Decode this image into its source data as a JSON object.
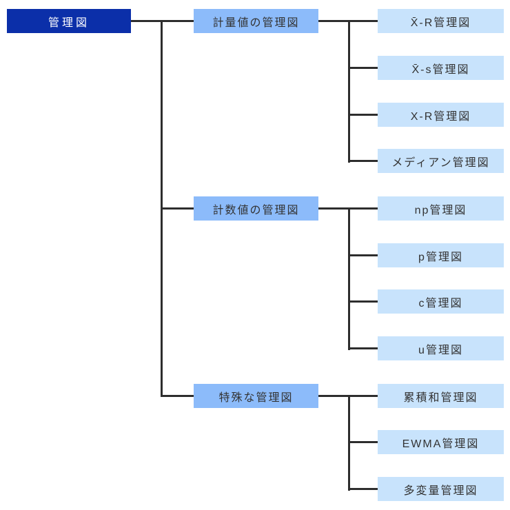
{
  "colors": {
    "background": "#FFFFFF",
    "root_bg": "#0B2FA9",
    "root_text": "#FFFFFF",
    "group_bg": "#8CBBFA",
    "leaf_bg": "#C8E3FC",
    "node_text": "#333333",
    "line": "#2D2D2D"
  },
  "tree": {
    "label": "管理図",
    "children": [
      {
        "label": "計量値の管理図",
        "children": [
          {
            "label": "X̄-R管理図"
          },
          {
            "label": "X̄-s管理図"
          },
          {
            "label": "X-R管理図"
          },
          {
            "label": "メディアン管理図"
          }
        ]
      },
      {
        "label": "計数値の管理図",
        "children": [
          {
            "label": "np管理図"
          },
          {
            "label": "p管理図"
          },
          {
            "label": "c管理図"
          },
          {
            "label": "u管理図"
          }
        ]
      },
      {
        "label": "特殊な管理図",
        "children": [
          {
            "label": "累積和管理図"
          },
          {
            "label": "EWMA管理図"
          },
          {
            "label": "多変量管理図"
          }
        ]
      }
    ]
  }
}
